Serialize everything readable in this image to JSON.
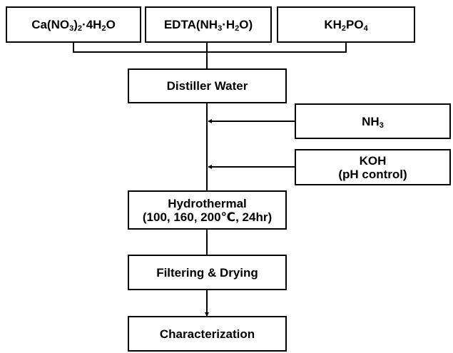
{
  "nodes": {
    "ca_nitrate": {
      "main": "Ca(NO",
      "s1": "3",
      "mid": ")",
      "s2": "2",
      "dot": "·4H",
      "s3": "2",
      "tail": "O"
    },
    "edta": {
      "main": "EDTA(NH",
      "s1": "3",
      "tail": "·H",
      "s2": "2",
      "end": "O)"
    },
    "kh2po4": {
      "k": "KH",
      "s1": "2",
      "p": "PO",
      "s2": "4"
    },
    "distilled_water": {
      "label": "Distiller Water"
    },
    "nh3": {
      "main": "NH",
      "s1": "3"
    },
    "koh": {
      "line1": "KOH",
      "line2": "(pH control)"
    },
    "hydrothermal": {
      "line1": "Hydrothermal",
      "line2": "(100, 160, 200℃, 24hr)"
    },
    "filtering": {
      "label": "Filtering & Drying"
    },
    "characterization": {
      "label": "Characterization"
    }
  }
}
